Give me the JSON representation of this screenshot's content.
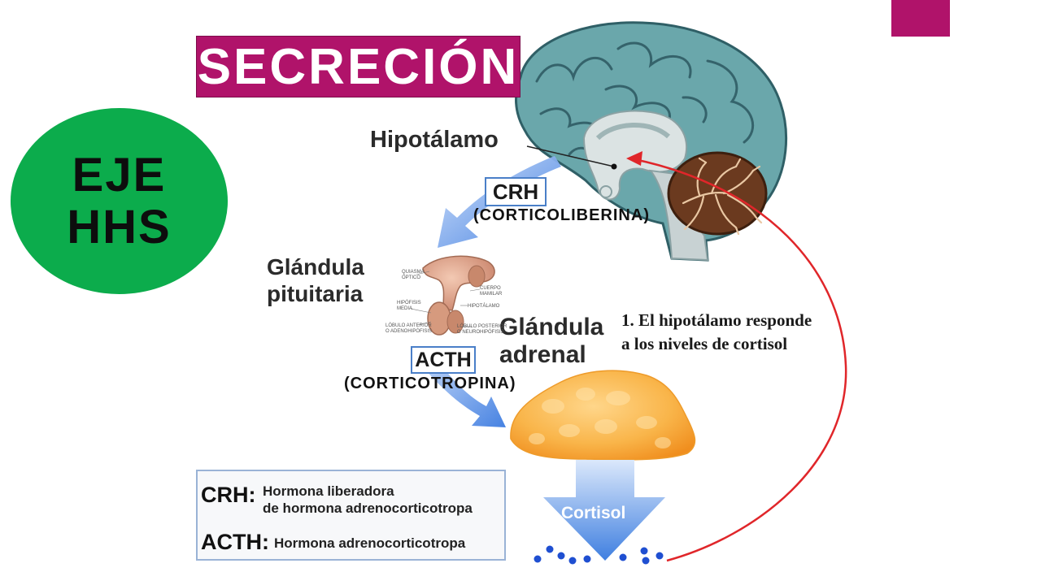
{
  "title": "SECRECIÓN",
  "badge": {
    "line1": "EJE",
    "line2": "HHS"
  },
  "labels": {
    "hipotalamo": "Hipotálamo",
    "pituitaria_line1": "Glándula",
    "pituitaria_line2": "pituitaria",
    "adrenal_line1": "Glándula",
    "adrenal_line2": "adrenal",
    "responde_line1": "1. El hipotálamo responde",
    "responde_line2": "a los niveles de cortisol",
    "cortisol": "Cortisol"
  },
  "hormones": {
    "crh": "CRH",
    "crh_full": "(CORTICOLIBERINA)",
    "acth": "ACTH",
    "acth_full": "(CORTICOTROPINA)"
  },
  "pituitary_annotations": {
    "quiasma_1": "QUIASMA",
    "quiasma_2": "ÓPTICO",
    "cuerpo_1": "CUERPO",
    "cuerpo_2": "MAMILAR",
    "hipofisis_1": "HIPÓFISIS",
    "hipofisis_2": "MEDIA",
    "hipotalamo": "HIPOTÁLAMO",
    "anterior_1": "LÓBULO ANTERIOR",
    "anterior_2": "O ADENOHIPÓFISIS",
    "posterior_1": "LÓBULO POSTERIOR",
    "posterior_2": "O NEUROHIPÓFISIS"
  },
  "legend": {
    "crh_abbr": "CRH:",
    "crh_def_line1": "Hormona liberadora",
    "crh_def_line2": "de hormona adrenocorticotropa",
    "acth_abbr": "ACTH:",
    "acth_def": "Hormona adrenocorticotropa"
  },
  "colors": {
    "accent": "#b0136a",
    "badge": "#0cac4c",
    "brain": "#5f9ea5",
    "arrow": "#4a86e0",
    "feedback": "#e0262a",
    "adrenal": "#f7a83a"
  }
}
